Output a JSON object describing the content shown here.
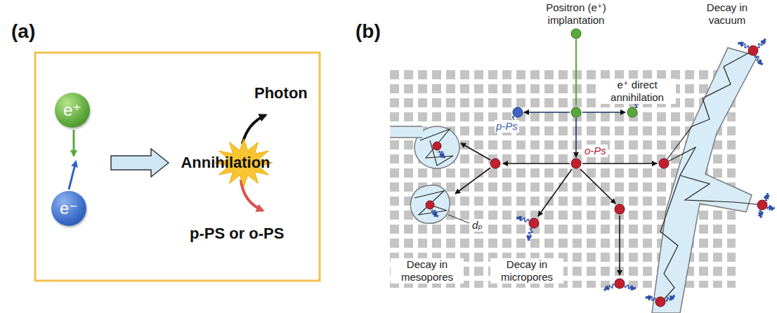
{
  "diagram": {
    "nodes": [
      {
        "text": [
          "e⁺"
        ]
      },
      {
        "text": [
          "e⁻"
        ]
      },
      {
        "text": [
          "Annihilation"
        ]
      }
    ],
    "labels": [
      "(a)",
      "Photon",
      "p-PS or o-PS",
      "(b)",
      "Positron (e⁺) implantation",
      "Decay in vacuum",
      "e⁺ direct annihilation",
      "p-Ps",
      "o-Ps",
      "dₚ",
      "Decay in mesopores",
      "Decay in micropores"
    ]
  }
}
